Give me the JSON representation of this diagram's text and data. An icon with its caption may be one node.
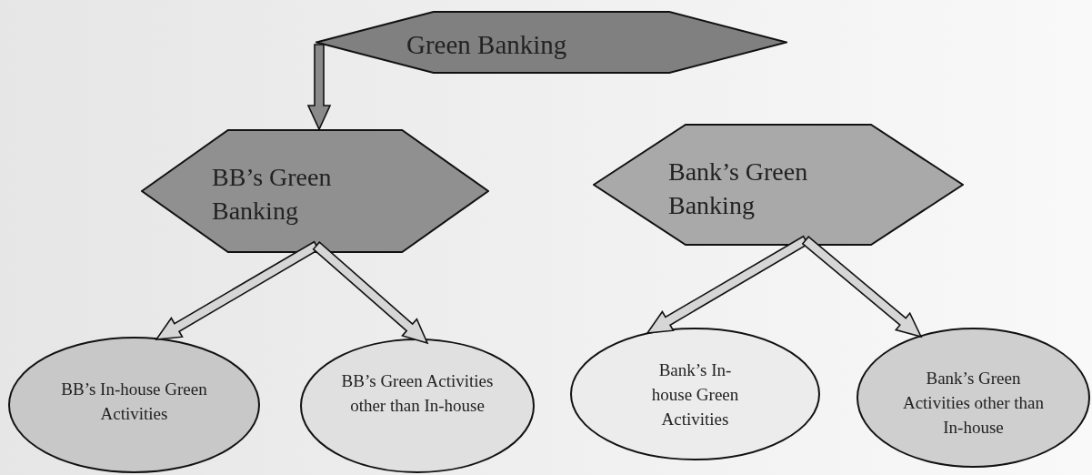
{
  "diagram": {
    "nodes": [
      {
        "text": [
          "Green Banking"
        ]
      },
      {
        "text": [
          "BB’s Green Banking"
        ]
      },
      {
        "text": [
          "Bank’s Green Banking"
        ]
      },
      {
        "text": [
          "BB’s In-house Green Activities"
        ]
      },
      {
        "text": [
          "BB’s Green Activities other than In-house"
        ]
      },
      {
        "text": [
          "Bank’s In-house Green Activities"
        ]
      },
      {
        "text": [
          "Bank’s Green Activities other than In-house"
        ]
      }
    ],
    "edges": [
      {
        "from": 0,
        "to": 1,
        "arrow": "to",
        "color": "#8a8a8a"
      },
      {
        "from": 1,
        "to": 3,
        "arrow": "to"
      },
      {
        "from": 1,
        "to": 4,
        "arrow": "to"
      },
      {
        "from": 2,
        "to": 5,
        "arrow": "to"
      },
      {
        "from": 2,
        "to": 6,
        "arrow": "to"
      }
    ]
  }
}
